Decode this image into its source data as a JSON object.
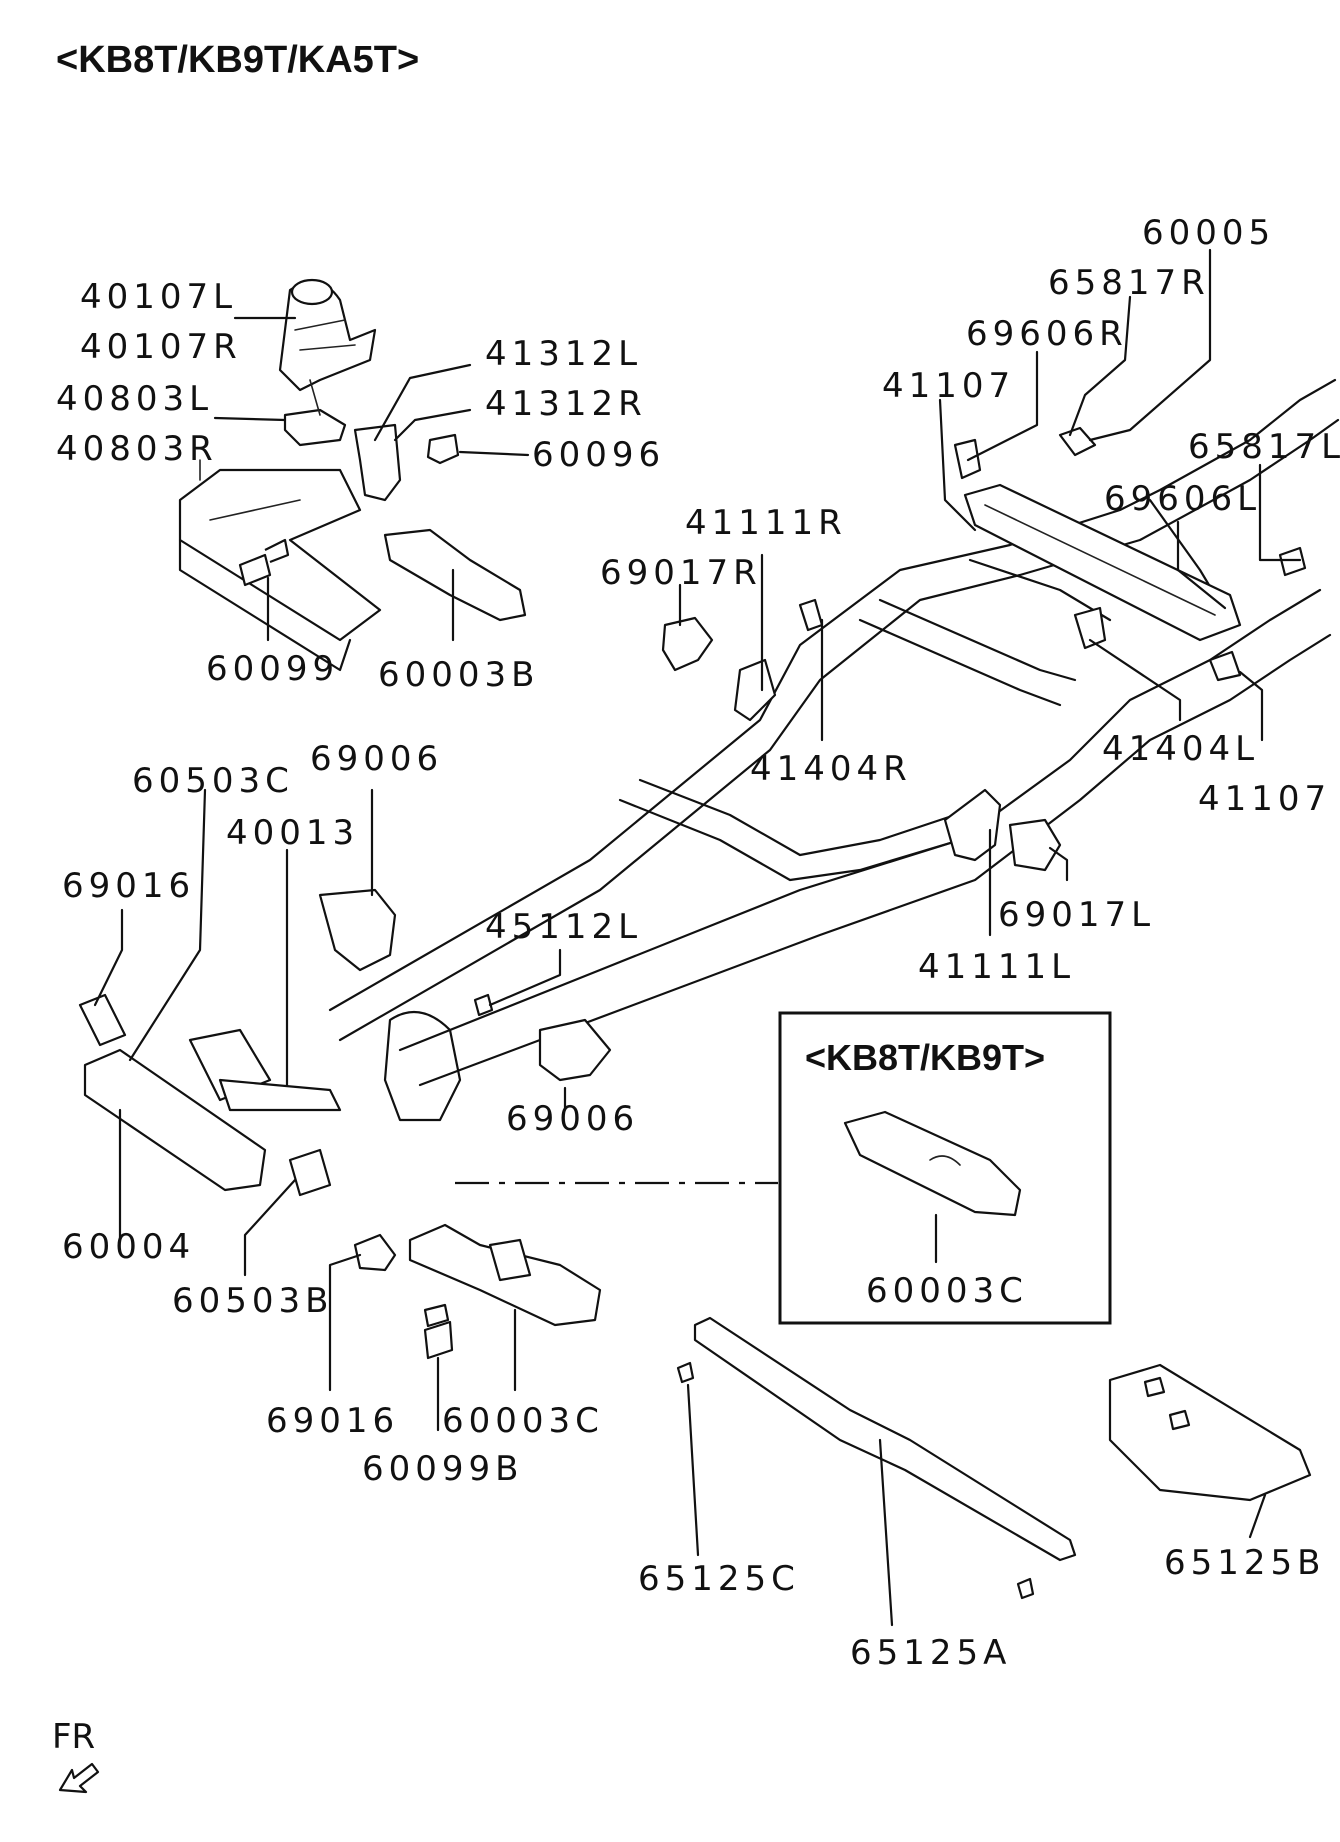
{
  "diagram": {
    "title": "<KB8T/KB9T/KA5T>",
    "inset_title": "<KB8T/KB9T>",
    "direction_label": "FR",
    "labels": {
      "p40107L": "40107L",
      "p40107R": "40107R",
      "p40803L": "40803L",
      "p40803R": "40803R",
      "p41312L": "41312L",
      "p41312R": "41312R",
      "p60096": "60096",
      "p60099": "60099",
      "p60003B": "60003B",
      "p60005": "60005",
      "p65817R": "65817R",
      "p69606R": "69606R",
      "p41107_top": "41107",
      "p65817L": "65817L",
      "p69606L": "69606L",
      "p41111R": "41111R",
      "p69017R": "69017R",
      "p41404R": "41404R",
      "p41404L": "41404L",
      "p41107_right": "41107",
      "p60503C": "60503C",
      "p69006_top": "69006",
      "p40013": "40013",
      "p69016_left": "69016",
      "p45112L": "45112L",
      "p69017L": "69017L",
      "p41111L": "41111L",
      "p69006_mid": "69006",
      "p60004": "60004",
      "p60503B": "60503B",
      "p69016_bottom": "69016",
      "p60003C": "60003C",
      "p60099B": "60099B",
      "p60003C_inset": "60003C",
      "p65125C": "65125C",
      "p65125A": "65125A",
      "p65125B": "65125B"
    }
  }
}
